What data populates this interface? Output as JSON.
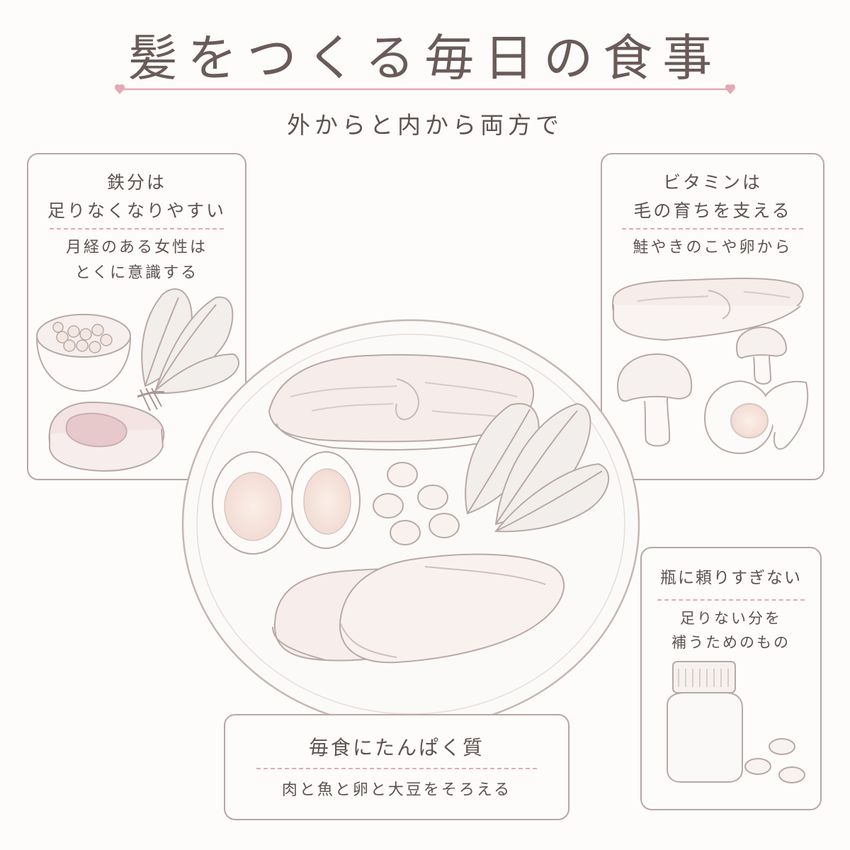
{
  "title": "髪をつくる毎日の食事",
  "subtitle": "外からと内から両方で",
  "panels": {
    "iron": {
      "heading_line1": "鉄分は",
      "heading_line2": "足りなくなりやすい",
      "body_line1": "月経のある女性は",
      "body_line2": "とくに意識する"
    },
    "vitamin": {
      "heading_line1": "ビタミンは",
      "heading_line2": "毛の育ちを支える",
      "body_line1": "鮭やきのこや卵から"
    },
    "supplement": {
      "heading": "瓶に頼りすぎない",
      "body_line1": "足りない分を",
      "body_line2": "補うためのもの"
    },
    "protein": {
      "heading": "毎食にたんぱく質",
      "body": "肉と魚と卵と大豆をそろえる"
    }
  },
  "colors": {
    "text": "#5e5250",
    "border": "#b9a6a4",
    "accent_pink": "#e3a9b6",
    "line_art": "#b8a9a5"
  },
  "illustrations": {
    "iron_panel": [
      "soybean-bowl",
      "spinach-bunch",
      "red-meat"
    ],
    "vitamin_panel": [
      "salmon-fillet",
      "mushroom",
      "boiled-egg"
    ],
    "supplement_panel": [
      "supplement-bottle",
      "tablets"
    ],
    "plate": [
      "salmon-fillet",
      "boiled-eggs",
      "soybeans",
      "spinach-leaves",
      "chicken-breasts"
    ]
  }
}
